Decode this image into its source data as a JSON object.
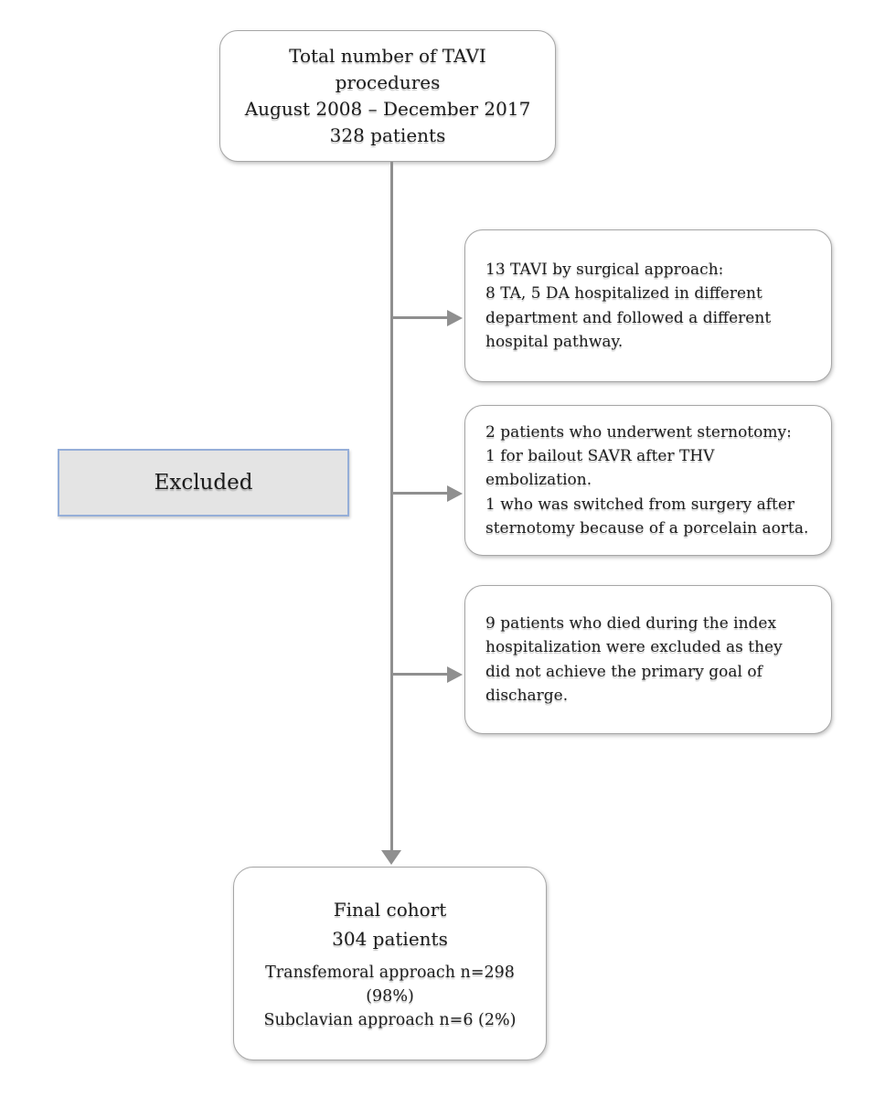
{
  "diagram": {
    "top_box": {
      "lines": [
        "Total number of TAVI",
        "procedures",
        "August 2008 – December 2017",
        "328 patients"
      ]
    },
    "excluded_box": {
      "label": "Excluded"
    },
    "exclusion_boxes": [
      {
        "lines": [
          "13 TAVI by surgical approach:\n8 TA, 5 DA hospitalized in different department and followed a different hospital pathway."
        ]
      },
      {
        "lines": [
          "2 patients who underwent sternotomy:\n1 for bailout SAVR after THV embolization.\n1 who was switched from surgery after sternotomy because of a porcelain aorta."
        ]
      },
      {
        "lines": [
          "9 patients who died during the index hospitalization were excluded as they did not achieve the primary goal of discharge."
        ]
      }
    ],
    "final_box": {
      "title_lines": [
        "Final cohort",
        "304 patients"
      ],
      "detail_lines": [
        "Transfemoral approach n=298",
        "(98%)",
        "Subclavian approach n=6 (2%)"
      ]
    }
  },
  "colors": {
    "connector-gray": "#8f8f8f",
    "box-border-gray": "#a6a6a6",
    "excluded-fill": "#e4e4e4",
    "excluded-border": "#95aed8",
    "text-black": "#1c1c1c",
    "background": "#ffffff"
  }
}
